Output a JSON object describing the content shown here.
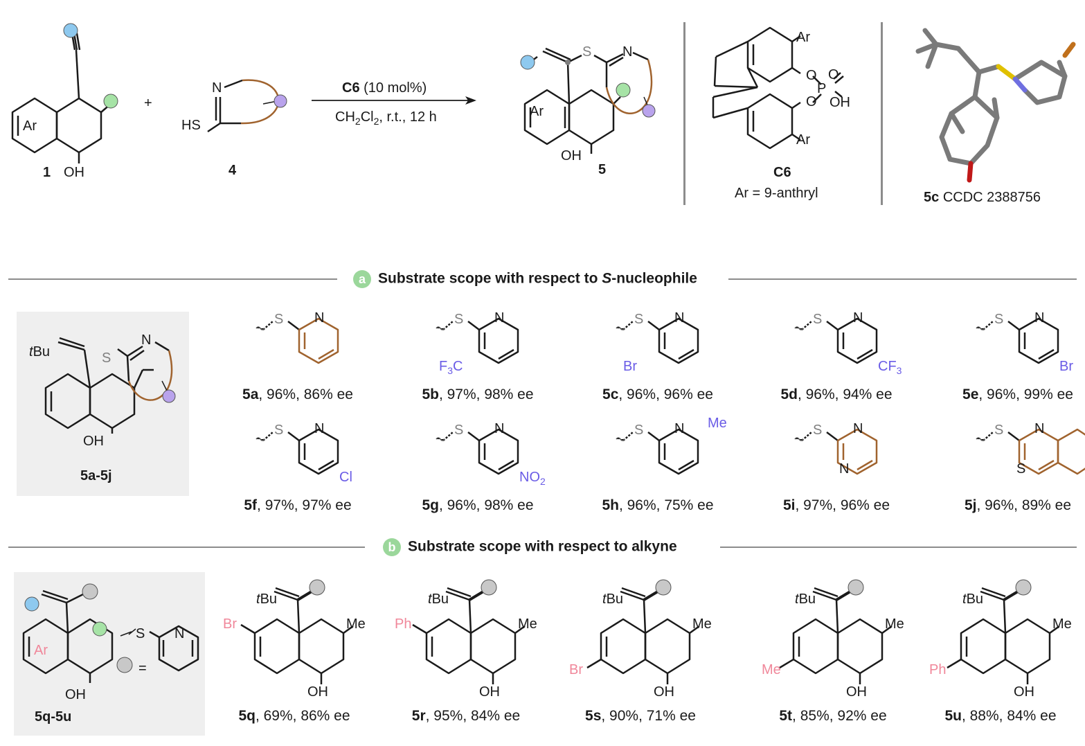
{
  "colors": {
    "blue_sub": "#8ec9ef",
    "green_sub": "#a6e3a6",
    "purple_sub": "#b9a3ec",
    "gray_sub": "#c8c8c8",
    "brown_ring": "#a0632e",
    "blue_text": "#6a5ce6",
    "pink_text": "#f0879a",
    "gray_S": "#7f7f7f",
    "badge_green": "#9bd79b",
    "rule": "#8c8c8c",
    "box": "#efefef"
  },
  "scheme": {
    "sm1_ar": "Ar",
    "sm1_oh": "OH",
    "sm1_num": "1",
    "plus": "+",
    "sm4_n": "N",
    "sm4_hs": "HS",
    "sm4_num": "4",
    "catalyst_bold": "C6",
    "catalyst_load": "(10 mol%)",
    "conditions": "CH2Cl2, r.t., 12 h",
    "prod_ar": "Ar",
    "prod_s": "S",
    "prod_n": "N",
    "prod_oh": "OH",
    "prod_num": "5",
    "c6_ar_top": "Ar",
    "c6_ar_bot": "Ar",
    "c6_o1": "O",
    "c6_o2": "O",
    "c6_o3": "O",
    "c6_p": "P",
    "c6_oh": "OH",
    "c6_name": "C6",
    "c6_def": "Ar = 9-anthryl",
    "xray_num": "5c",
    "xray_ccdc": "CCDC 2388756"
  },
  "section_a": {
    "badge": "a",
    "title_pre": "Substrate scope with respect to ",
    "title_italic": "S",
    "title_post": "-nucleophile",
    "box": {
      "tbu": "tBu",
      "s": "S",
      "n": "N",
      "oh": "OH",
      "label": "5a-5j"
    },
    "entries": [
      {
        "id": "5a",
        "yield": "96%",
        "ee": "86% ee",
        "sub": ""
      },
      {
        "id": "5b",
        "yield": "97%",
        "ee": "98% ee",
        "sub": "F3C"
      },
      {
        "id": "5c",
        "yield": "96%",
        "ee": "96% ee",
        "sub": "Br"
      },
      {
        "id": "5d",
        "yield": "96%",
        "ee": "94% ee",
        "sub": "CF3"
      },
      {
        "id": "5e",
        "yield": "96%",
        "ee": "99% ee",
        "sub": "Br"
      },
      {
        "id": "5f",
        "yield": "97%",
        "ee": "97% ee",
        "sub": "Cl"
      },
      {
        "id": "5g",
        "yield": "96%",
        "ee": "98% ee",
        "sub": "NO2"
      },
      {
        "id": "5h",
        "yield": "96%",
        "ee": "75% ee",
        "sub": "Me"
      },
      {
        "id": "5i",
        "yield": "97%",
        "ee": "96% ee",
        "sub": "N"
      },
      {
        "id": "5j",
        "yield": "96%",
        "ee": "89% ee",
        "sub": "S"
      }
    ]
  },
  "section_b": {
    "badge": "b",
    "title": "Substrate scope with respect to alkyne",
    "box": {
      "ar": "Ar",
      "oh": "OH",
      "s": "S",
      "n": "N",
      "eq": "=",
      "label": "5q-5u"
    },
    "entries": [
      {
        "id": "5q",
        "yield": "69%",
        "ee": "86% ee",
        "sub": "Br"
      },
      {
        "id": "5r",
        "yield": "95%",
        "ee": "84% ee",
        "sub": "Ph"
      },
      {
        "id": "5s",
        "yield": "90%",
        "ee": "71% ee",
        "sub": "Br"
      },
      {
        "id": "5t",
        "yield": "85%",
        "ee": "92% ee",
        "sub": "Me"
      },
      {
        "id": "5u",
        "yield": "88%",
        "ee": "84% ee",
        "sub": "Ph"
      }
    ],
    "tbu": "tBu",
    "me": "Me",
    "oh": "OH"
  }
}
